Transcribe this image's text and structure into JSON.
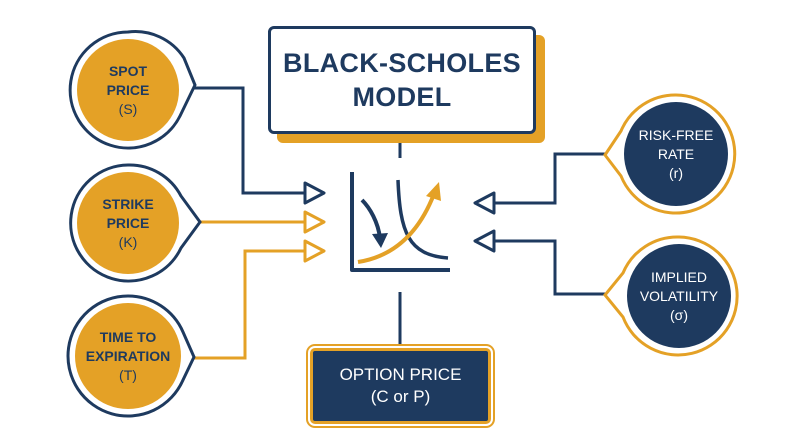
{
  "title": {
    "line1": "BLACK-SCHOLES",
    "line2": "MODEL"
  },
  "inputs_left": [
    {
      "line1": "SPOT",
      "line2": "PRICE",
      "line3": "(S)"
    },
    {
      "line1": "STRIKE",
      "line2": "PRICE",
      "line3": "(K)"
    },
    {
      "line1": "TIME TO",
      "line2": "EXPIRATION",
      "line3": "(T)"
    }
  ],
  "inputs_right": [
    {
      "line1": "RISK-FREE",
      "line2": "RATE",
      "line3": "(r)"
    },
    {
      "line1": "IMPLIED",
      "line2": "VOLATILITY",
      "line3": "(σ)"
    }
  ],
  "output": {
    "line1": "OPTION PRICE",
    "line2": "(C or P)"
  },
  "colors": {
    "navy": "#1e3a5f",
    "gold": "#e4a126",
    "gold_dark": "#d08f1a"
  }
}
